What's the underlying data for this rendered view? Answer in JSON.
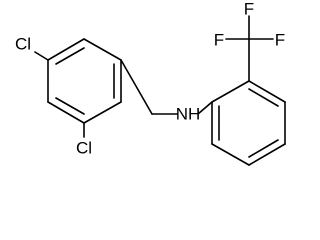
{
  "molecule": {
    "labels": {
      "cl_top": "Cl",
      "cl_bottom": "Cl",
      "nh": "NH",
      "f_left": "F",
      "f_top": "F",
      "f_right": "F"
    }
  }
}
